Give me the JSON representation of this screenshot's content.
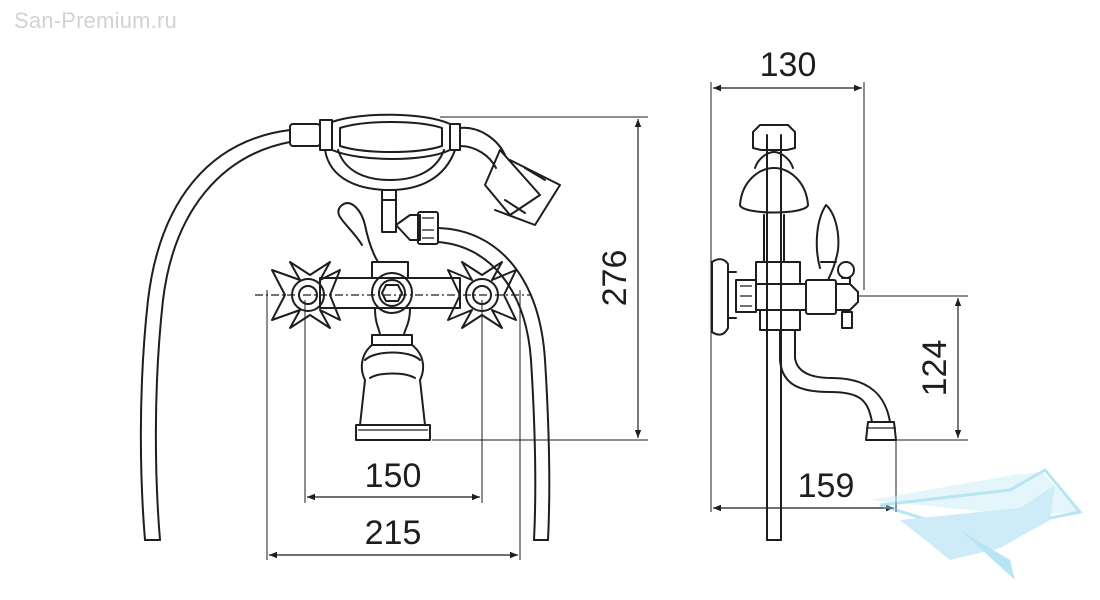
{
  "watermark": "San-Premium.ru",
  "dimensions": {
    "overall_width": "215",
    "handle_spacing": "150",
    "total_height": "276",
    "side_depth": "130",
    "spout_height": "124",
    "spout_reach": "159"
  },
  "colors": {
    "line": "#1e1e1e",
    "watermark_text": "#d2d2d2",
    "logo_blue": "#7fd0ec"
  },
  "icons": {
    "logo": "bathtub-logo-icon"
  }
}
